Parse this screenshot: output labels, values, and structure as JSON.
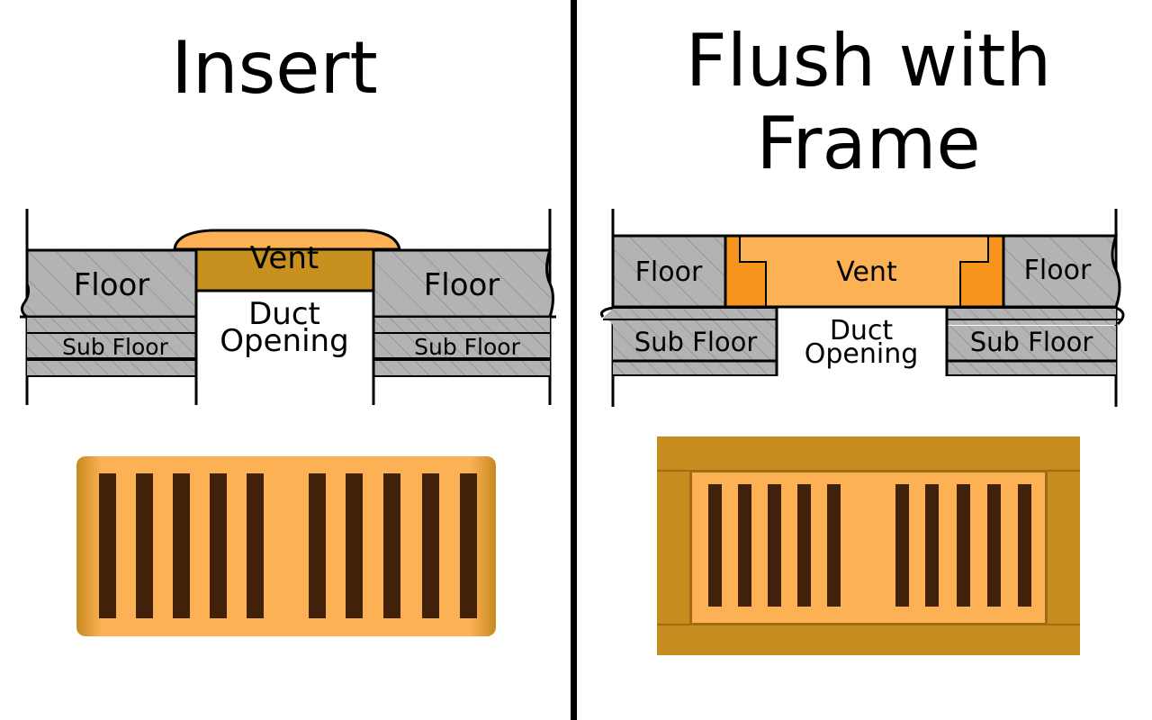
{
  "panels": {
    "insert": {
      "title": "Insert",
      "labels": {
        "floor_left": "Floor",
        "floor_right": "Floor",
        "vent": "Vent",
        "duct_line1": "Duct",
        "duct_line2": "Opening",
        "subfloor_left": "Sub Floor",
        "subfloor_right": "Sub Floor"
      }
    },
    "flush": {
      "title_line1": "Flush with",
      "title_line2": "Frame",
      "labels": {
        "floor_left": "Floor",
        "floor_right": "Floor",
        "vent": "Vent",
        "duct_line1": "Duct",
        "duct_line2": "Opening",
        "subfloor_left": "Sub Floor",
        "subfloor_right": "Sub Floor"
      }
    }
  },
  "colors": {
    "floor_gray": "#b3b3b3",
    "hatch_line": "#8c8c8c",
    "vent_orange": "#fbb154",
    "vent_dark_orange": "#f7941d",
    "vent_gold": "#c8901e",
    "frame_gold": "#c68c1f",
    "slot_brown": "#42210b",
    "outline": "#000000"
  }
}
